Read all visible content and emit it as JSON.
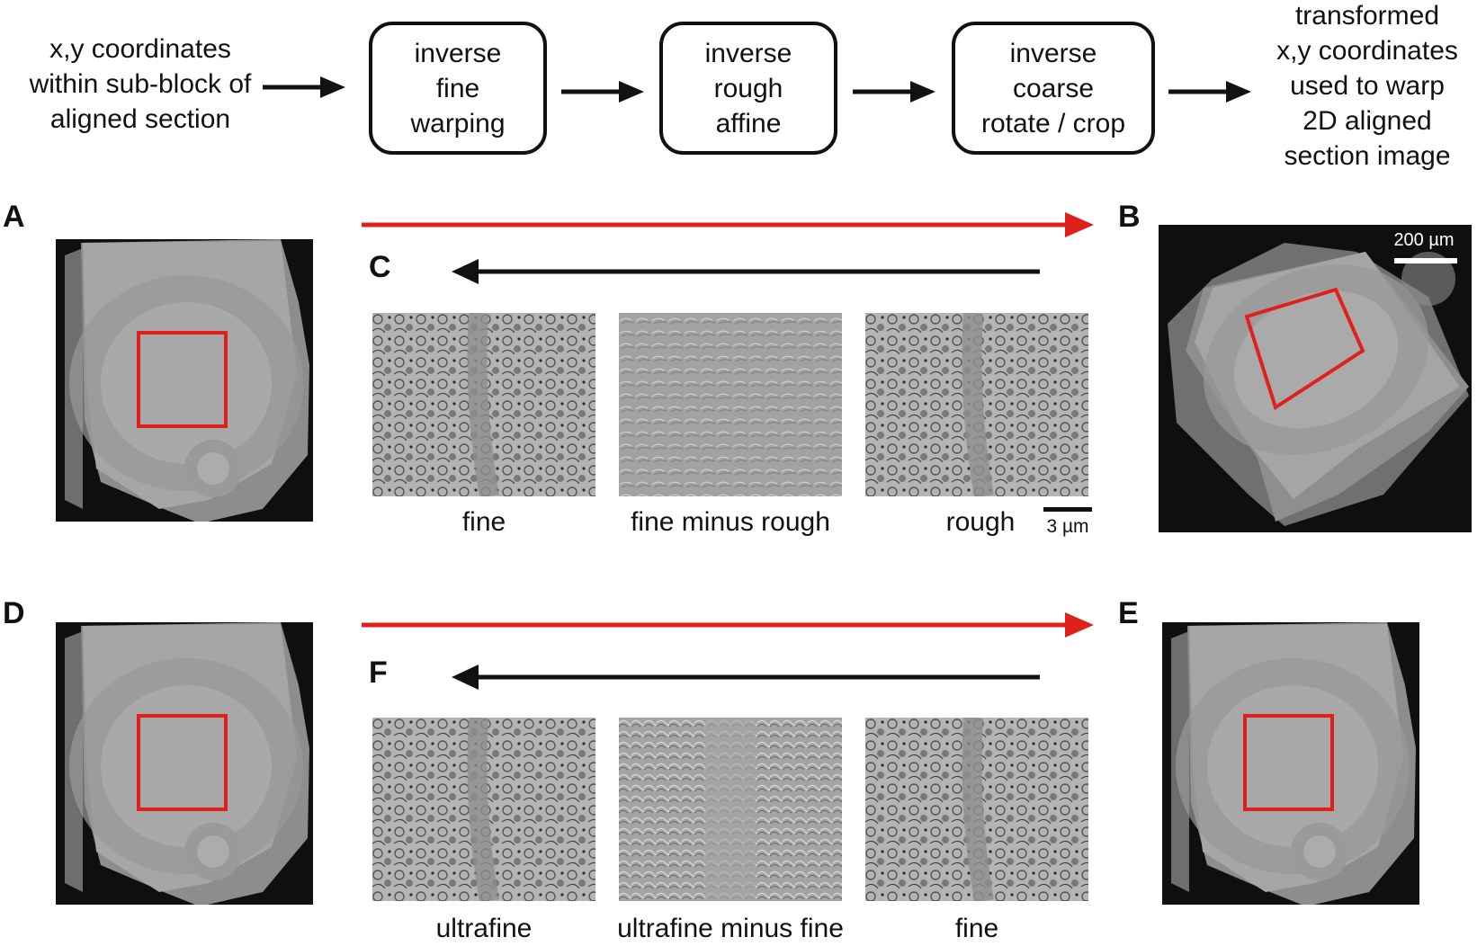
{
  "flow": {
    "input": [
      "x,y coordinates",
      "within sub-block of",
      "aligned section"
    ],
    "steps": [
      [
        "inverse",
        "fine",
        "warping"
      ],
      [
        "inverse",
        "rough",
        "affine"
      ],
      [
        "inverse",
        "coarse",
        "rotate / crop"
      ]
    ],
    "output": [
      "transformed",
      "x,y coordinates",
      "used to warp",
      "2D aligned",
      "section image"
    ]
  },
  "panels": {
    "A": "A",
    "B": "B",
    "C": "C",
    "D": "D",
    "E": "E",
    "F": "F"
  },
  "row1": {
    "captions": {
      "left": "fine",
      "middle": "fine minus rough",
      "right": "rough"
    },
    "scale_bar_label": "3 µm",
    "overview_scale_label": "200 µm"
  },
  "row2": {
    "captions": {
      "left": "ultrafine",
      "middle": "ultrafine minus fine",
      "right": "fine"
    }
  },
  "colors": {
    "forward_arrow": "#e0201b",
    "inverse_arrow": "#111111",
    "roi_box": "#e0201b",
    "background_tile": "#0f0f0f",
    "tissue": "#a8a8a8"
  }
}
